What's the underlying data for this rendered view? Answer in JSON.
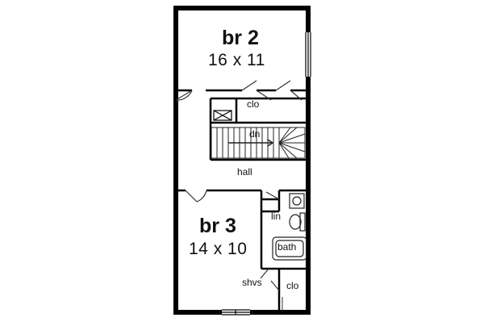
{
  "rooms": {
    "br2": {
      "name": "br 2",
      "dims": "16 x 11"
    },
    "br3": {
      "name": "br 3",
      "dims": "14 x 10"
    }
  },
  "labels": {
    "clo_upper": "clo",
    "dn": "dn",
    "hall": "hall",
    "lin": "lin",
    "bath": "bath",
    "shvs": "shvs",
    "clo_lower": "clo"
  },
  "colors": {
    "wall": "#000000",
    "line": "#333333",
    "background": "#ffffff"
  }
}
